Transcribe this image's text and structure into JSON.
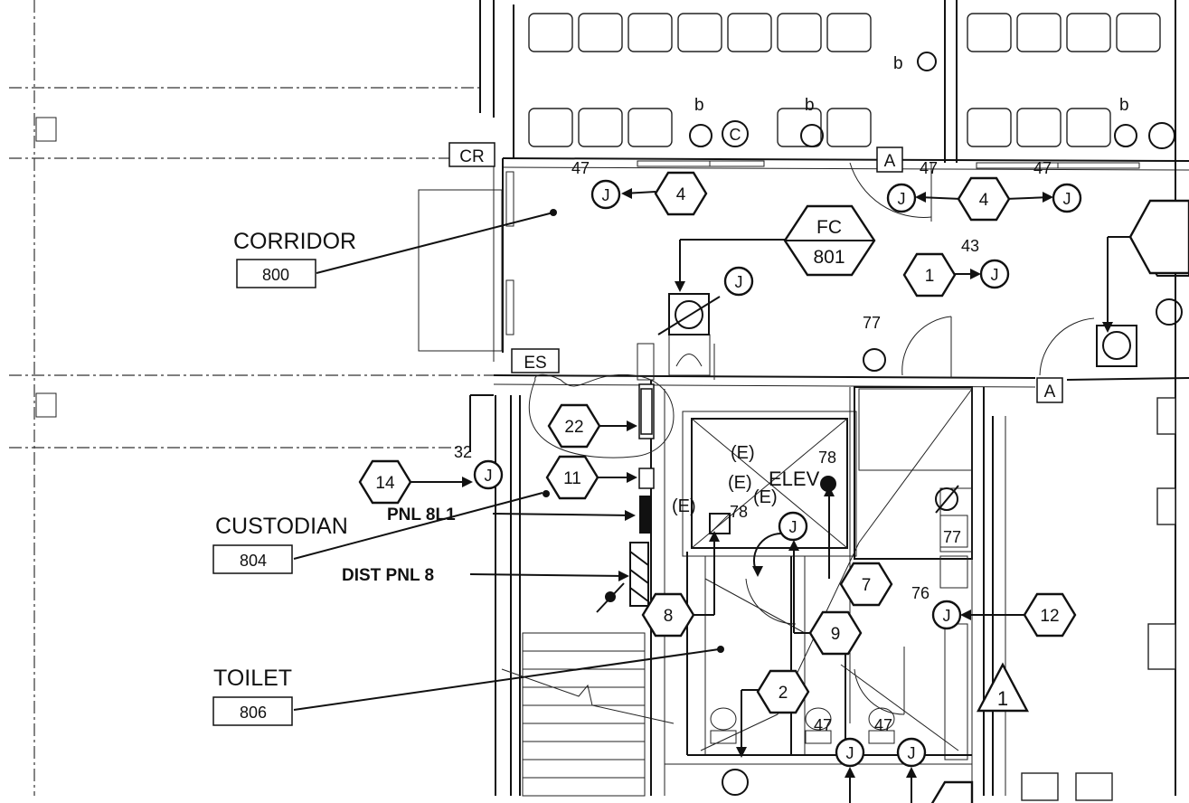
{
  "rooms": [
    {
      "name": "CORRIDOR",
      "number": "800"
    },
    {
      "name": "CUSTODIAN",
      "number": "804"
    },
    {
      "name": "TOILET",
      "number": "806"
    }
  ],
  "tags": {
    "cr": "CR",
    "es": "ES",
    "a1": "A",
    "a2": "A",
    "fc_top": "FC",
    "fc_bottom": "801",
    "revision": "1"
  },
  "callouts": {
    "pnl": "PNL 8L1",
    "dist": "DIST PNL 8",
    "elev": "ELEV",
    "e1": "(E)",
    "e2": "(E)",
    "e3": "(E)",
    "e4": "(E)"
  },
  "keynotes": {
    "k4a": "4",
    "k4b": "4",
    "k1": "1",
    "k22": "22",
    "k11": "11",
    "k14": "14",
    "k8": "8",
    "k7": "7",
    "k9": "9",
    "k2": "2",
    "k12": "12"
  },
  "junction": "J",
  "letters": {
    "b1": "b",
    "b2": "b",
    "b3": "b",
    "b4": "b",
    "c": "C"
  },
  "circuits": {
    "c47a": "47",
    "c47b": "47",
    "c47c": "47",
    "c43": "43",
    "c77a": "77",
    "c32": "32",
    "c78a": "78",
    "c78b": "78",
    "c77b": "77",
    "c76": "76",
    "c47d": "47",
    "c47e": "47"
  }
}
